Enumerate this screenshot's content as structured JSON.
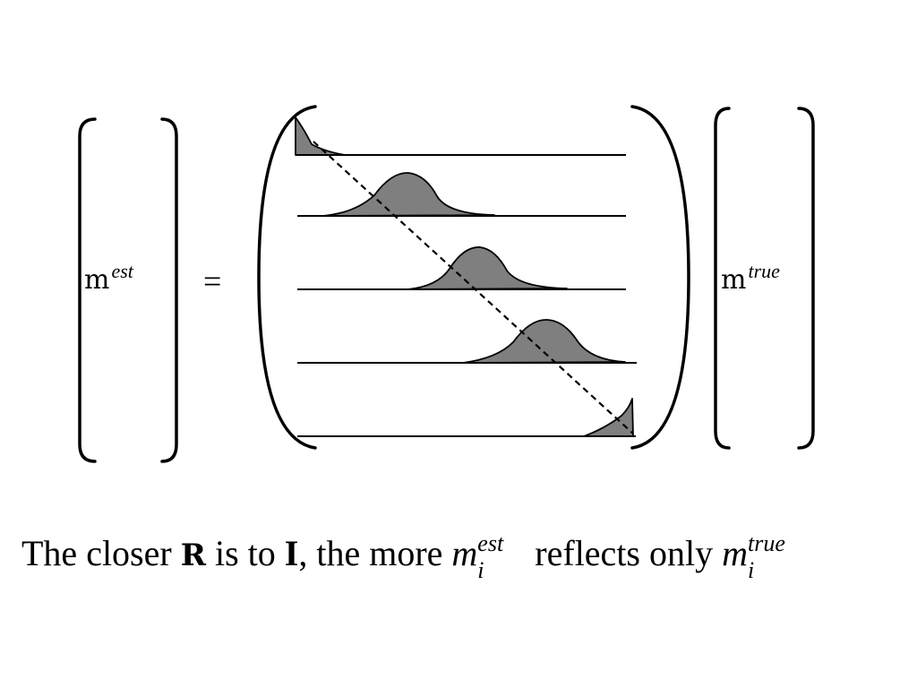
{
  "left_vector": {
    "base": "m",
    "superscript": "est"
  },
  "equals_sign": "=",
  "right_vector": {
    "base": "m",
    "superscript": "true"
  },
  "matrix": {
    "rows": 5,
    "fill_color": "#7f7f7f",
    "diagonal_style": "dashed"
  },
  "caption": {
    "p1": "The closer ",
    "R": "R",
    "p2": " is to ",
    "I": "I",
    "p3": ", the more ",
    "m1": {
      "base": "m",
      "sub": "i",
      "sup": "est"
    },
    "p4": " reflects only ",
    "m2": {
      "base": "m",
      "sub": "i",
      "sup": "true"
    }
  }
}
